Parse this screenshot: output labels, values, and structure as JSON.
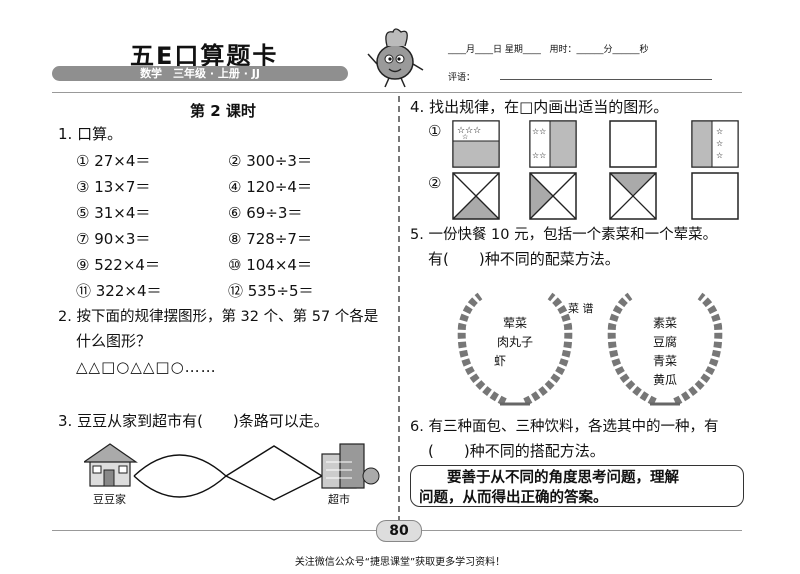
{
  "header": {
    "brand": "五E口算题卡",
    "subtitle": "数学　三年级 · 上册 · JJ",
    "date_line": "____月____日 星期____   用时：______分______秒",
    "comment_label": "评语："
  },
  "left": {
    "lesson_title": "第 2 课时",
    "q1_title": "1. 口算。",
    "q1_items": [
      "① 27×4＝",
      "② 300÷3＝",
      "③ 13×7＝",
      "④ 120÷4＝",
      "⑤ 31×4＝",
      "⑥ 69÷3＝",
      "⑦ 90×3＝",
      "⑧ 728÷7＝",
      "⑨ 522×4＝",
      "⑩ 104×4＝",
      "⑪ 322×4＝",
      "⑫ 535÷5＝"
    ],
    "q2_line1": "2. 按下面的规律摆图形，第 32 个、第 57 个各是",
    "q2_line2": "什么图形？",
    "q2_shapes": "△△□○△△□○……",
    "q3_text": "3. 豆豆从家到超市有(　　)条路可以走。",
    "home_label": "豆豆家",
    "market_label": "超市"
  },
  "right": {
    "q4_title": "4. 找出规律，在□内画出适当的图形。",
    "row1_mark": "①",
    "row2_mark": "②",
    "q5_line1": "5. 一份快餐 10 元，包括一个素菜和一个荤菜。",
    "q5_line2": "有(　　)种不同的配菜方法。",
    "menu_title": "菜 谱",
    "meat_dishes": [
      "荤菜",
      "肉丸子",
      "虾"
    ],
    "veg_dishes": [
      "素菜",
      "豆腐",
      "青菜",
      "黄瓜"
    ],
    "q6_line1": "6. 有三种面包、三种饮料，各选其中的一种，有",
    "q6_line2": "(　　)种不同的搭配方法。",
    "tip_line1": "要善于从不同的角度思考问题，理解",
    "tip_line2": "问题，从而得出正确的答案。"
  },
  "page_number": "80",
  "footer": "关注微信公众号“捷思课堂”获取更多学习资料！"
}
